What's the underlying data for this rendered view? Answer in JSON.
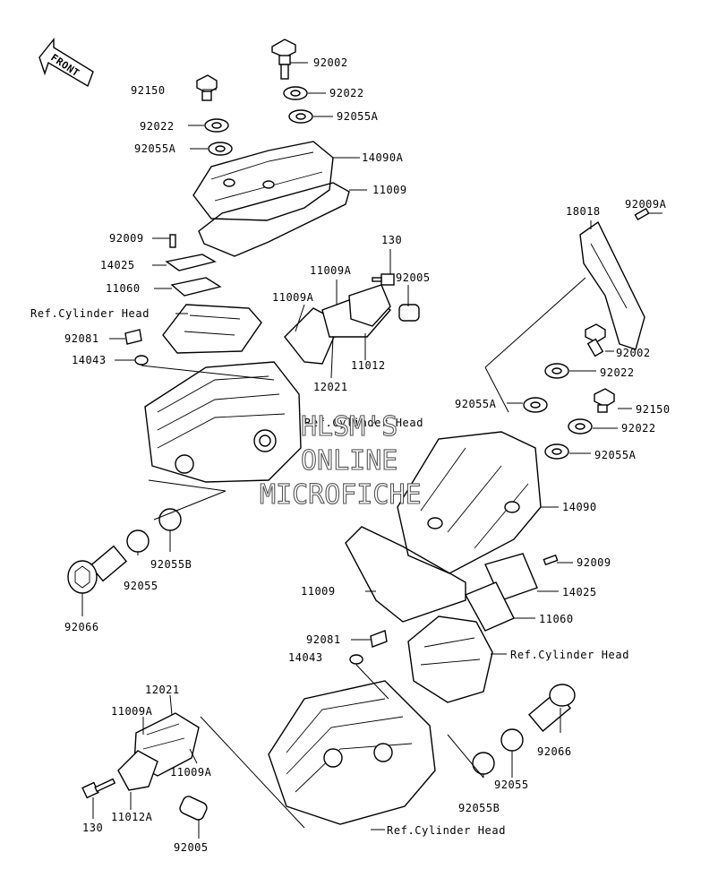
{
  "front_arrow": "FRONT",
  "watermark": [
    "HLSM'S",
    "ONLINE",
    "MICROFICHE"
  ],
  "labels": [
    "92002",
    "92150",
    "92022",
    "92022",
    "92055A",
    "92055A",
    "14090A",
    "11009",
    "92009",
    "14025",
    "11060",
    "Ref.Cylinder Head",
    "92081",
    "14043",
    "130",
    "11009A",
    "92005",
    "11009A",
    "11012",
    "12021",
    "92055",
    "92055B",
    "92066",
    "18018",
    "92009A",
    "92002",
    "92022",
    "92055A",
    "92150",
    "92022",
    "92055A",
    "Ref.Cylinder Head",
    "14090",
    "92009",
    "14025",
    "11009",
    "11060",
    "92081",
    "14043",
    "Ref.Cylinder Head",
    "12021",
    "11009A",
    "11009A",
    "130",
    "11012A",
    "92005",
    "92066",
    "92055",
    "92055B",
    "Ref.Cylinder Head"
  ]
}
